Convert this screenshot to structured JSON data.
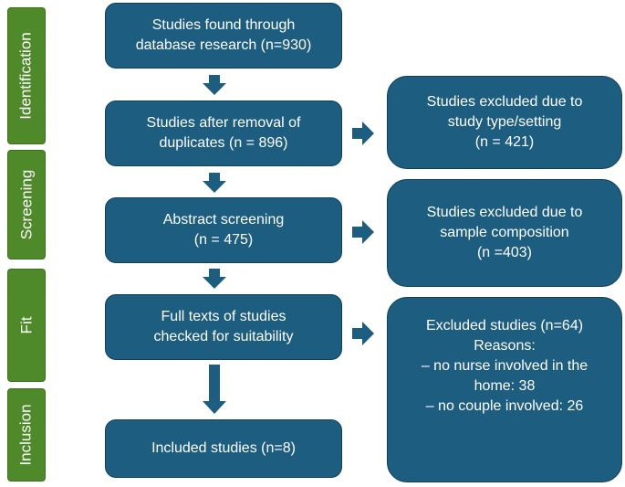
{
  "stages": {
    "identification": "Identification",
    "screening": "Screening",
    "fit": "Fit",
    "inclusion": "Inclusion"
  },
  "boxes": {
    "found": [
      "Studies found through",
      "database research (n=930)"
    ],
    "after_duplicates": [
      "Studies after removal of",
      "duplicates (n = 896)"
    ],
    "abstract_screening": [
      "Abstract screening",
      "(n = 475)"
    ],
    "full_texts": [
      "Full texts of studies",
      "checked for suitability"
    ],
    "included": [
      "Included studies (n=8)"
    ],
    "excluded_type": [
      "Studies excluded due to",
      "study type/setting",
      "(n = 421)"
    ],
    "excluded_sample": [
      "Studies excluded due to",
      "sample composition",
      "(n =403)"
    ],
    "excluded_final": [
      "Excluded studies (n=64)",
      "Reasons:",
      "– no nurse involved in the",
      "home: 38",
      "– no couple involved: 26"
    ]
  },
  "colors": {
    "box_fill": "#1d5d80",
    "stage_fill": "#4f8a2a",
    "text": "#ffffff"
  }
}
